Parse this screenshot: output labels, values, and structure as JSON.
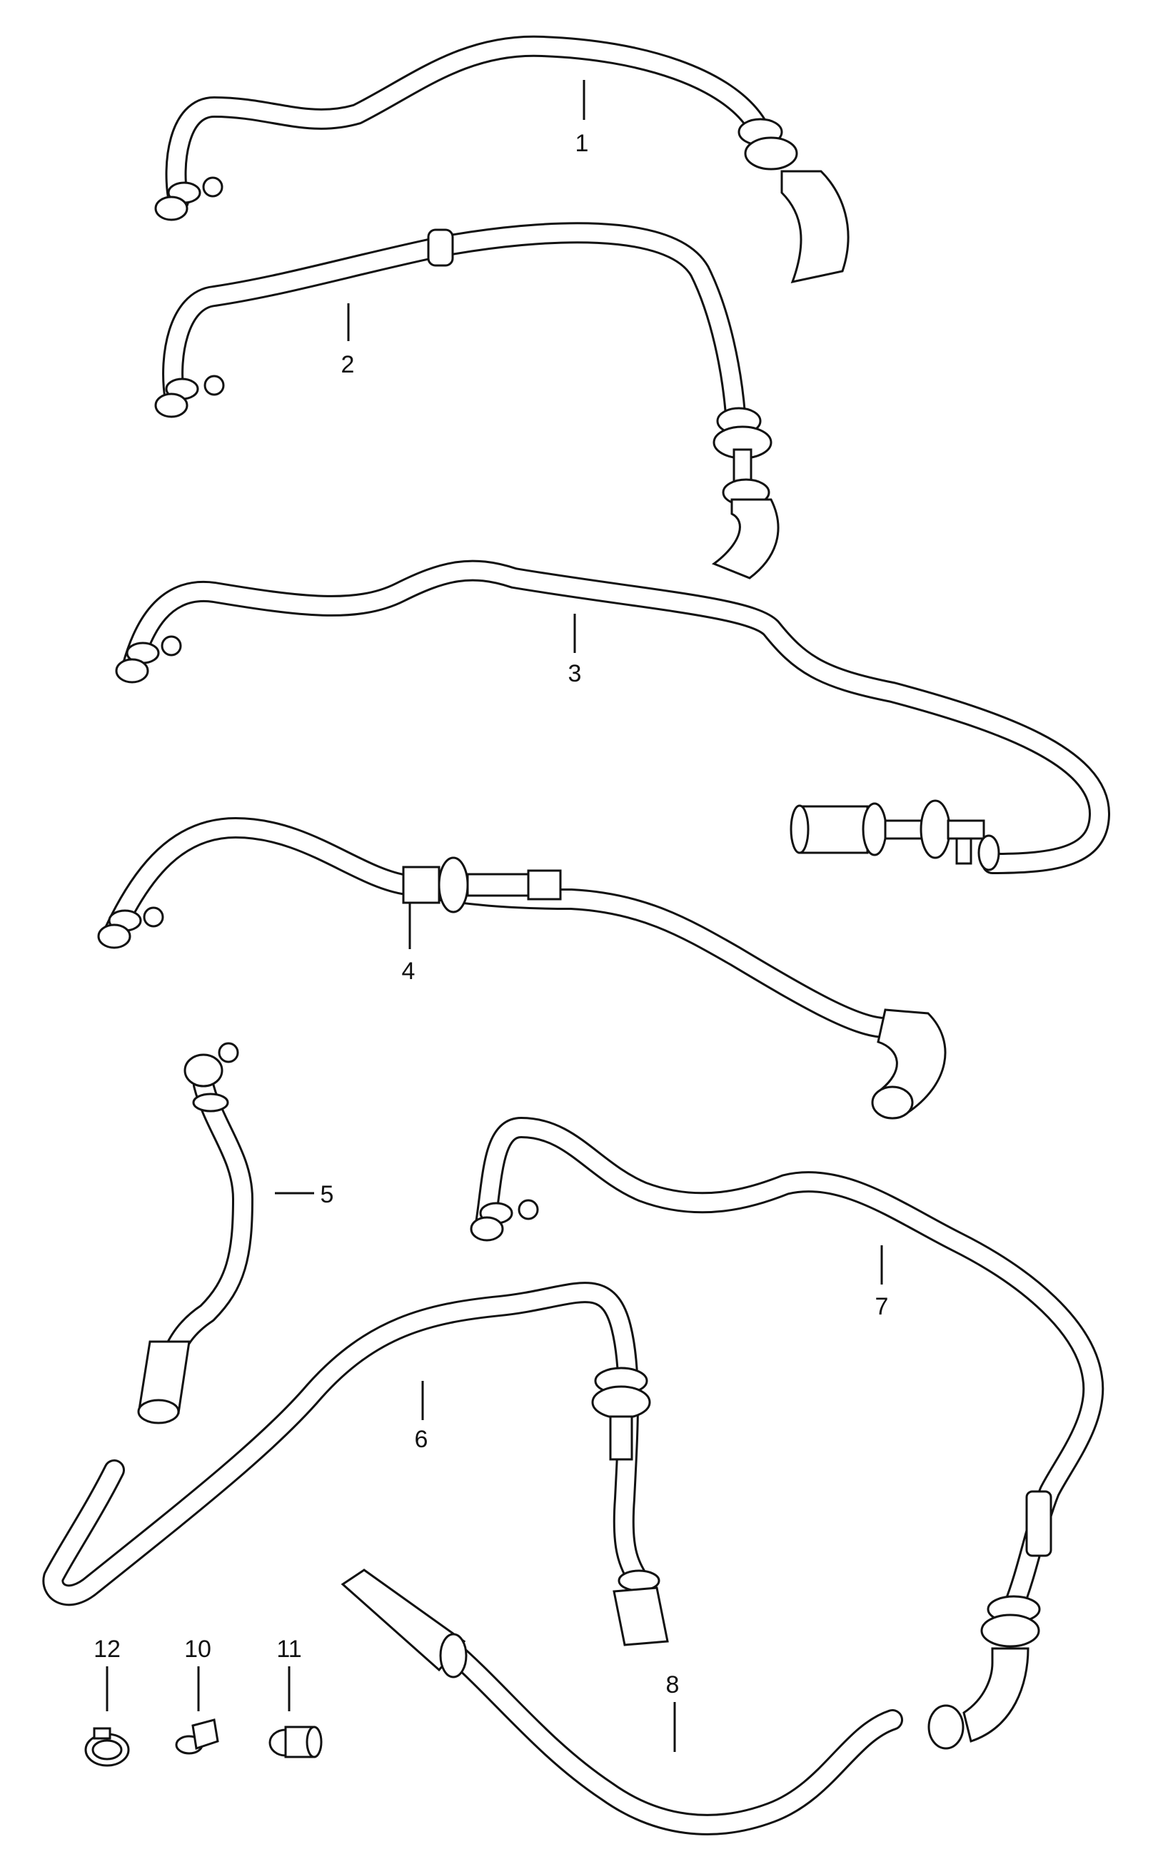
{
  "callouts": {
    "c1": "1",
    "c2": "2",
    "c3": "3",
    "c4": "4",
    "c5": "5",
    "c6": "6",
    "c7": "7",
    "c8": "8",
    "c10": "10",
    "c11": "11",
    "c12": "12"
  },
  "colors": {
    "line": "#111111",
    "background": "#ffffff"
  }
}
